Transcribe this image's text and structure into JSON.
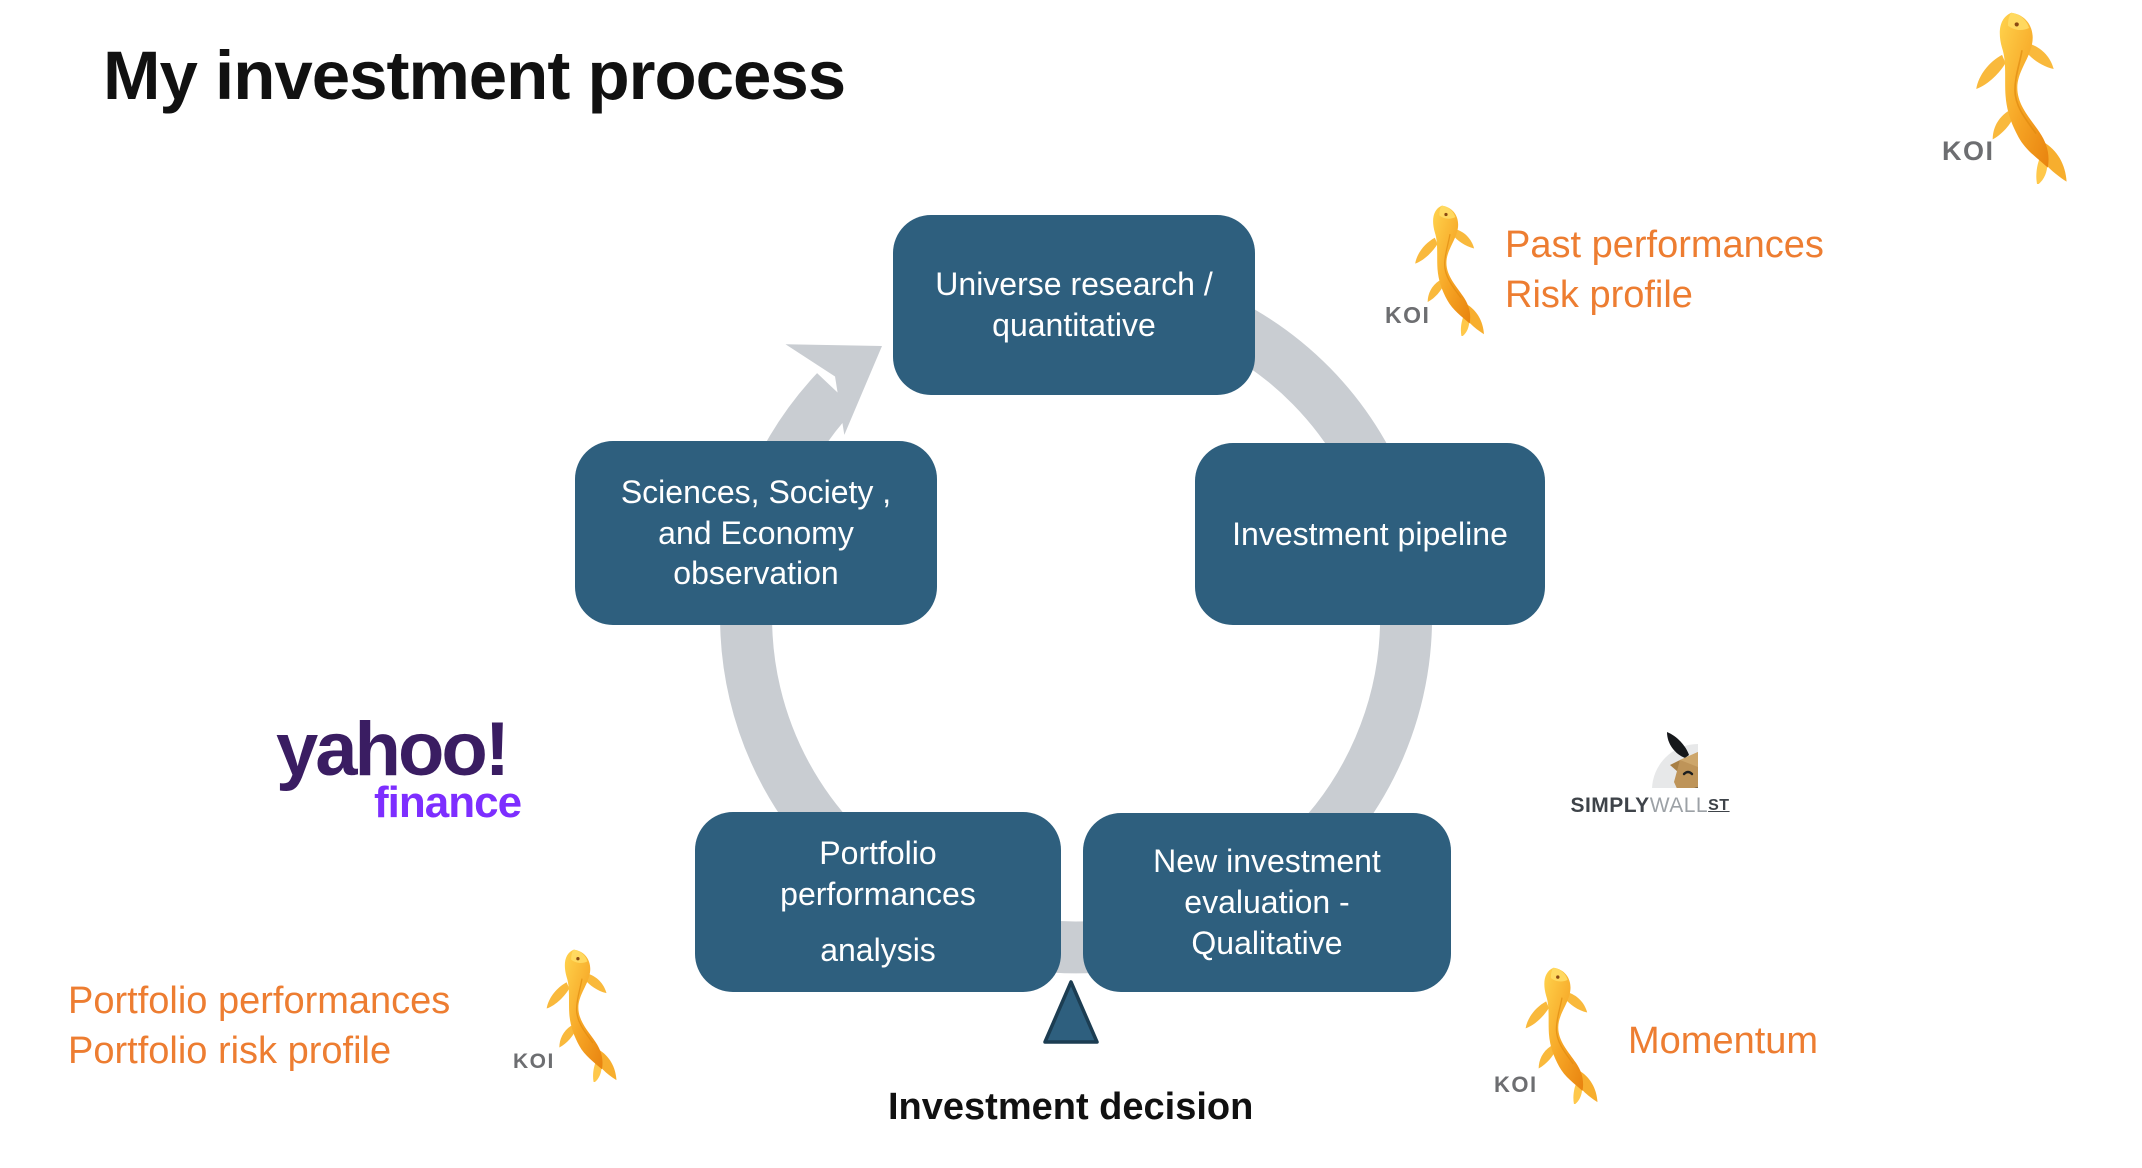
{
  "title": "My investment process",
  "cycle": {
    "steps": [
      {
        "label": "Universe research /\nquantitative"
      },
      {
        "label": "Investment pipeline"
      },
      {
        "label": "New investment\nevaluation -\nQualitative"
      },
      {
        "label_primary": "Portfolio\nperformances",
        "label_secondary": "analysis"
      },
      {
        "label": "Sciences, Society ,\nand Economy\nobservation"
      }
    ]
  },
  "decision_label": "Investment decision",
  "annotations": {
    "top_right": "Past performances\nRisk profile",
    "bottom_left": "Portfolio performances\nPortfolio risk profile",
    "bottom_right": "Momentum"
  },
  "logos": {
    "koi_label": "KOI",
    "yahoo_word": "yahoo!",
    "yahoo_sub": "finance",
    "sws_simply": "SIMPLY",
    "sws_wall": "WALL",
    "sws_st": "ST"
  },
  "colors": {
    "process_box_fill": "#2E5F7E",
    "cycle_arrow_gray": "#C9CDD2",
    "annotation_orange": "#ED7D31",
    "koi_label_gray": "#6D6E71",
    "yahoo_purple": "#3A1D62",
    "yahoo_finance_violet": "#7D2EFF",
    "triangle_border": "#1C3D52"
  }
}
